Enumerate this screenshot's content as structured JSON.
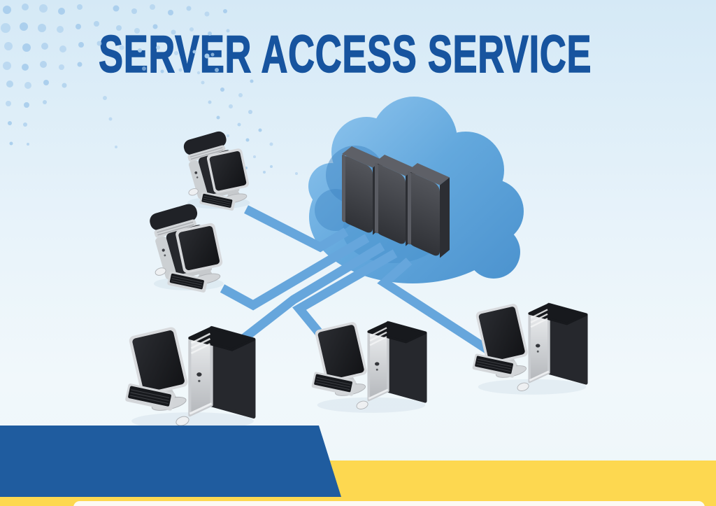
{
  "header": {
    "title": "SERVER ACCESS SERVICE"
  },
  "scene": {
    "cloud_label": "cloud-data-center",
    "server_count": 3,
    "client_computer_count": 5,
    "connection_count": 5
  },
  "colors": {
    "title": "#17549f",
    "ribbon": "#66a6dc",
    "band_blue": "#1f5c9f",
    "band_yellow": "#fdd850",
    "cloud_light": "#8cc3ed",
    "cloud_mid": "#63a8dd",
    "cloud_dark": "#4b92ce",
    "dot_blue": "#a9cdec",
    "background_top": "#d6eaf7",
    "background_bottom": "#f2f8fb"
  }
}
